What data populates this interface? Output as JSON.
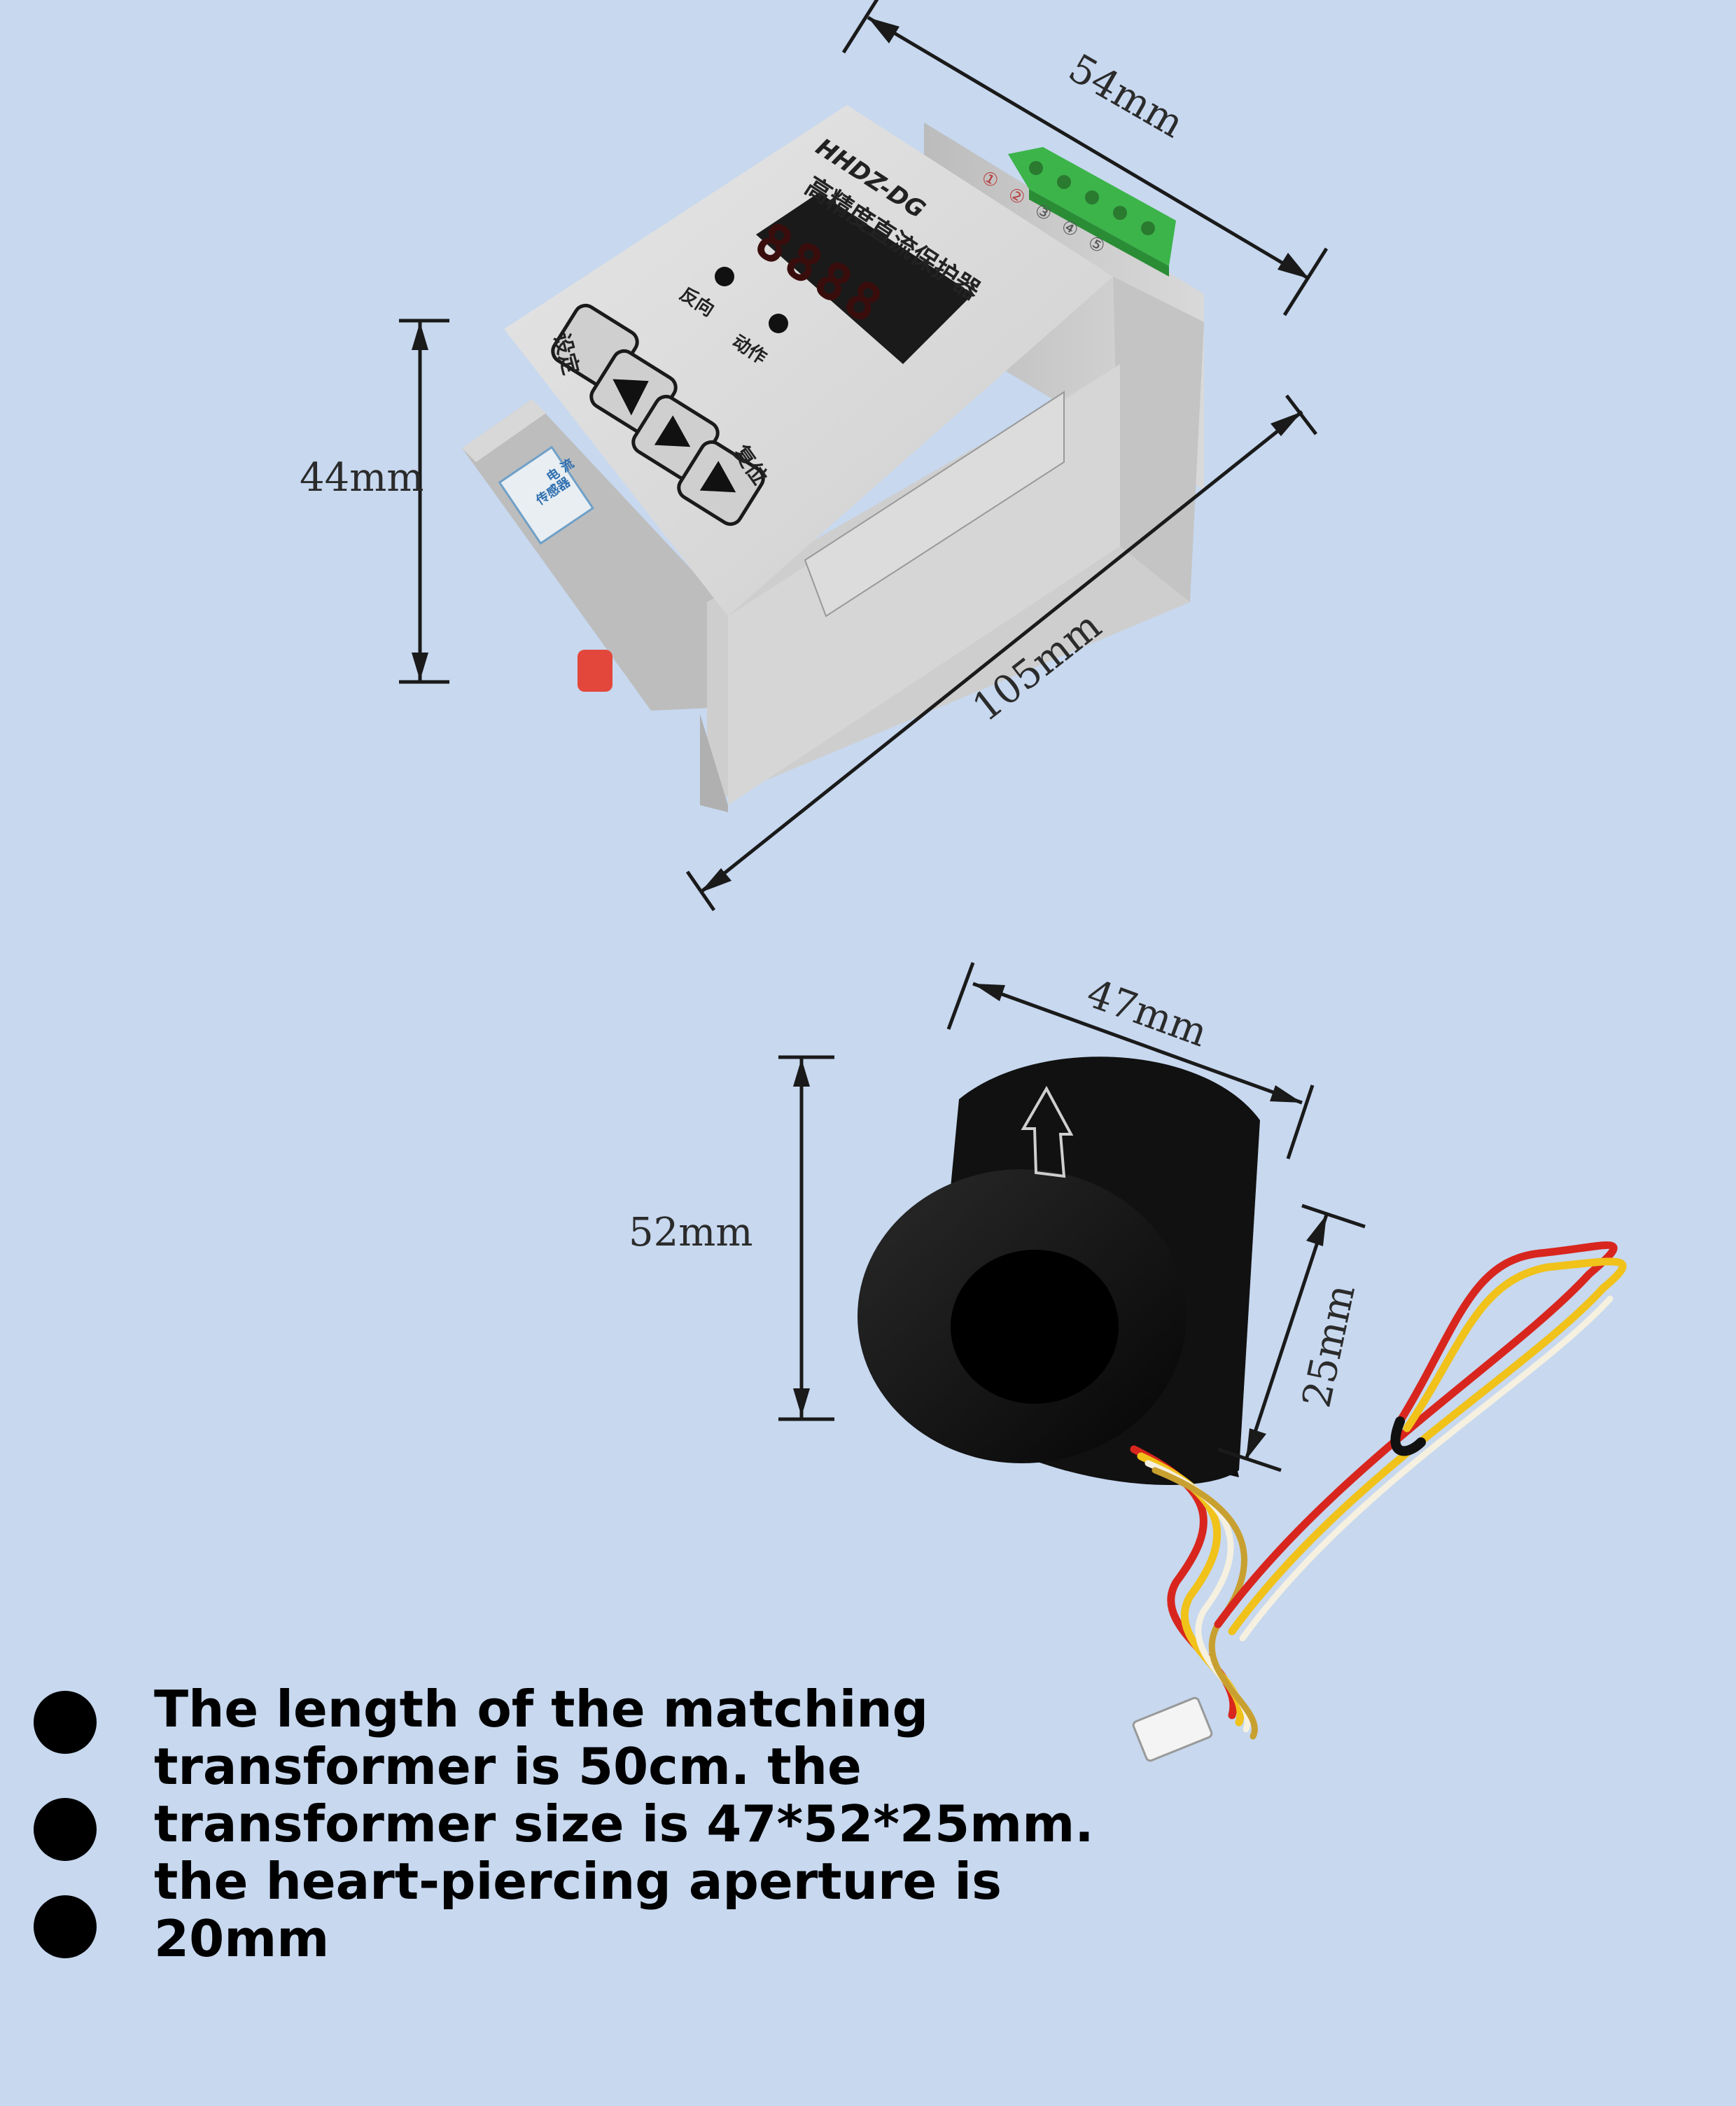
{
  "dimensions": {
    "protector_width": "54mm",
    "protector_height": "44mm",
    "protector_length": "105mm",
    "transformer_width": "47mm",
    "transformer_height": "52mm",
    "transformer_depth": "25mm"
  },
  "device": {
    "model": "HHDZ-DG",
    "name_cn": "高精度直流保护器",
    "display_digits": "8888",
    "indicator_reverse": "反向",
    "indicator_action": "动作",
    "key_set": "设定",
    "key_reset": "复位",
    "terminal_numbers": [
      "①",
      "②",
      "③",
      "④",
      "⑤"
    ],
    "side_label_line1": "电 流",
    "side_label_line2": "传感器"
  },
  "notes": {
    "text": "The length of the matching transformer is 50cm. the transformer size is 47*52*25mm. the heart-piercing aperture is 20mm"
  },
  "colors": {
    "background": "#c7d8ef",
    "housing": "#d4d4d4",
    "terminal_block": "#3cb44a",
    "display": "#1a1a1a",
    "transformer": "#151515",
    "wire_red": "#d8261e",
    "wire_yellow": "#f0c21a",
    "wire_white": "#f5f0e0"
  }
}
